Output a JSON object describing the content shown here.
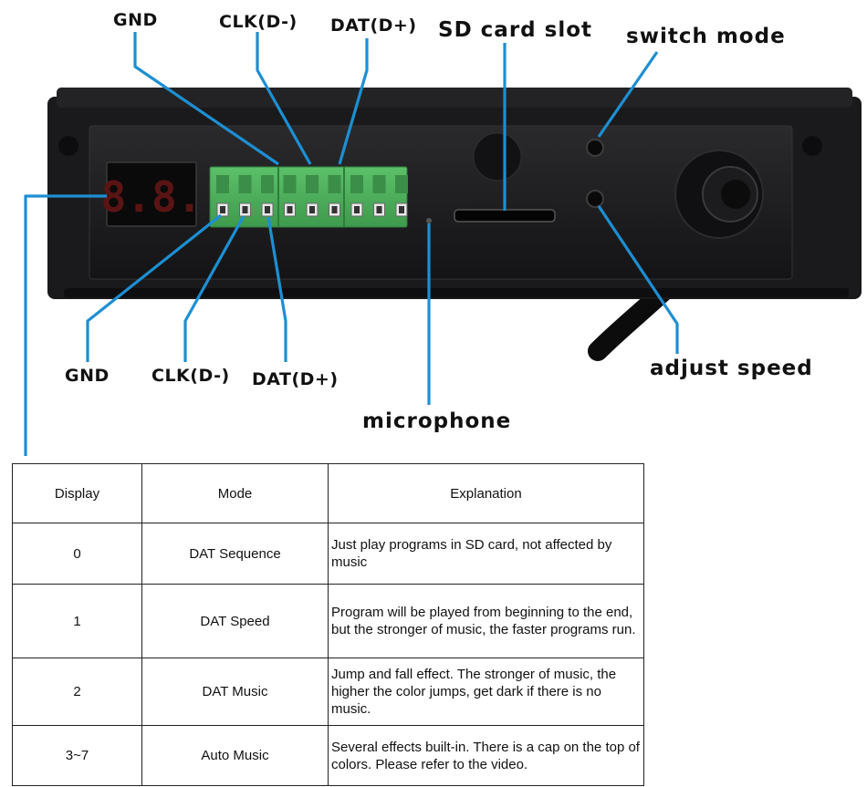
{
  "callouts": {
    "top_gnd": "GND",
    "top_clk": "CLK(D-)",
    "top_dat": "DAT(D+)",
    "sd_card_slot": "SD card slot",
    "switch_mode": "switch mode",
    "bottom_gnd": "GND",
    "bottom_clk": "CLK(D-)",
    "bottom_dat": "DAT(D+)",
    "microphone": "microphone",
    "adjust_speed": "adjust speed"
  },
  "device": {
    "display_readout": "8.8."
  },
  "colors": {
    "leader_line": "#1d8fd2",
    "device_body": "#1b1b1d",
    "terminal_block": "#4cae5b",
    "led_segment": "#d91f25"
  },
  "mode_table": {
    "headers": [
      "Display",
      "Mode",
      "Explanation"
    ],
    "rows": [
      {
        "display": "0",
        "mode": "DAT Sequence",
        "explanation": "Just play programs in SD card, not affected by music"
      },
      {
        "display": "1",
        "mode": "DAT Speed",
        "explanation": "Program will be played from beginning to the end, but the stronger of music, the faster programs run."
      },
      {
        "display": "2",
        "mode": "DAT  Music",
        "explanation": "Jump and fall effect. The stronger of music, the higher the color jumps, get dark if there is no music."
      },
      {
        "display": "3~7",
        "mode": "Auto Music",
        "explanation": "Several effects built-in. There is a cap on the top of colors. Please refer to the video."
      }
    ]
  }
}
